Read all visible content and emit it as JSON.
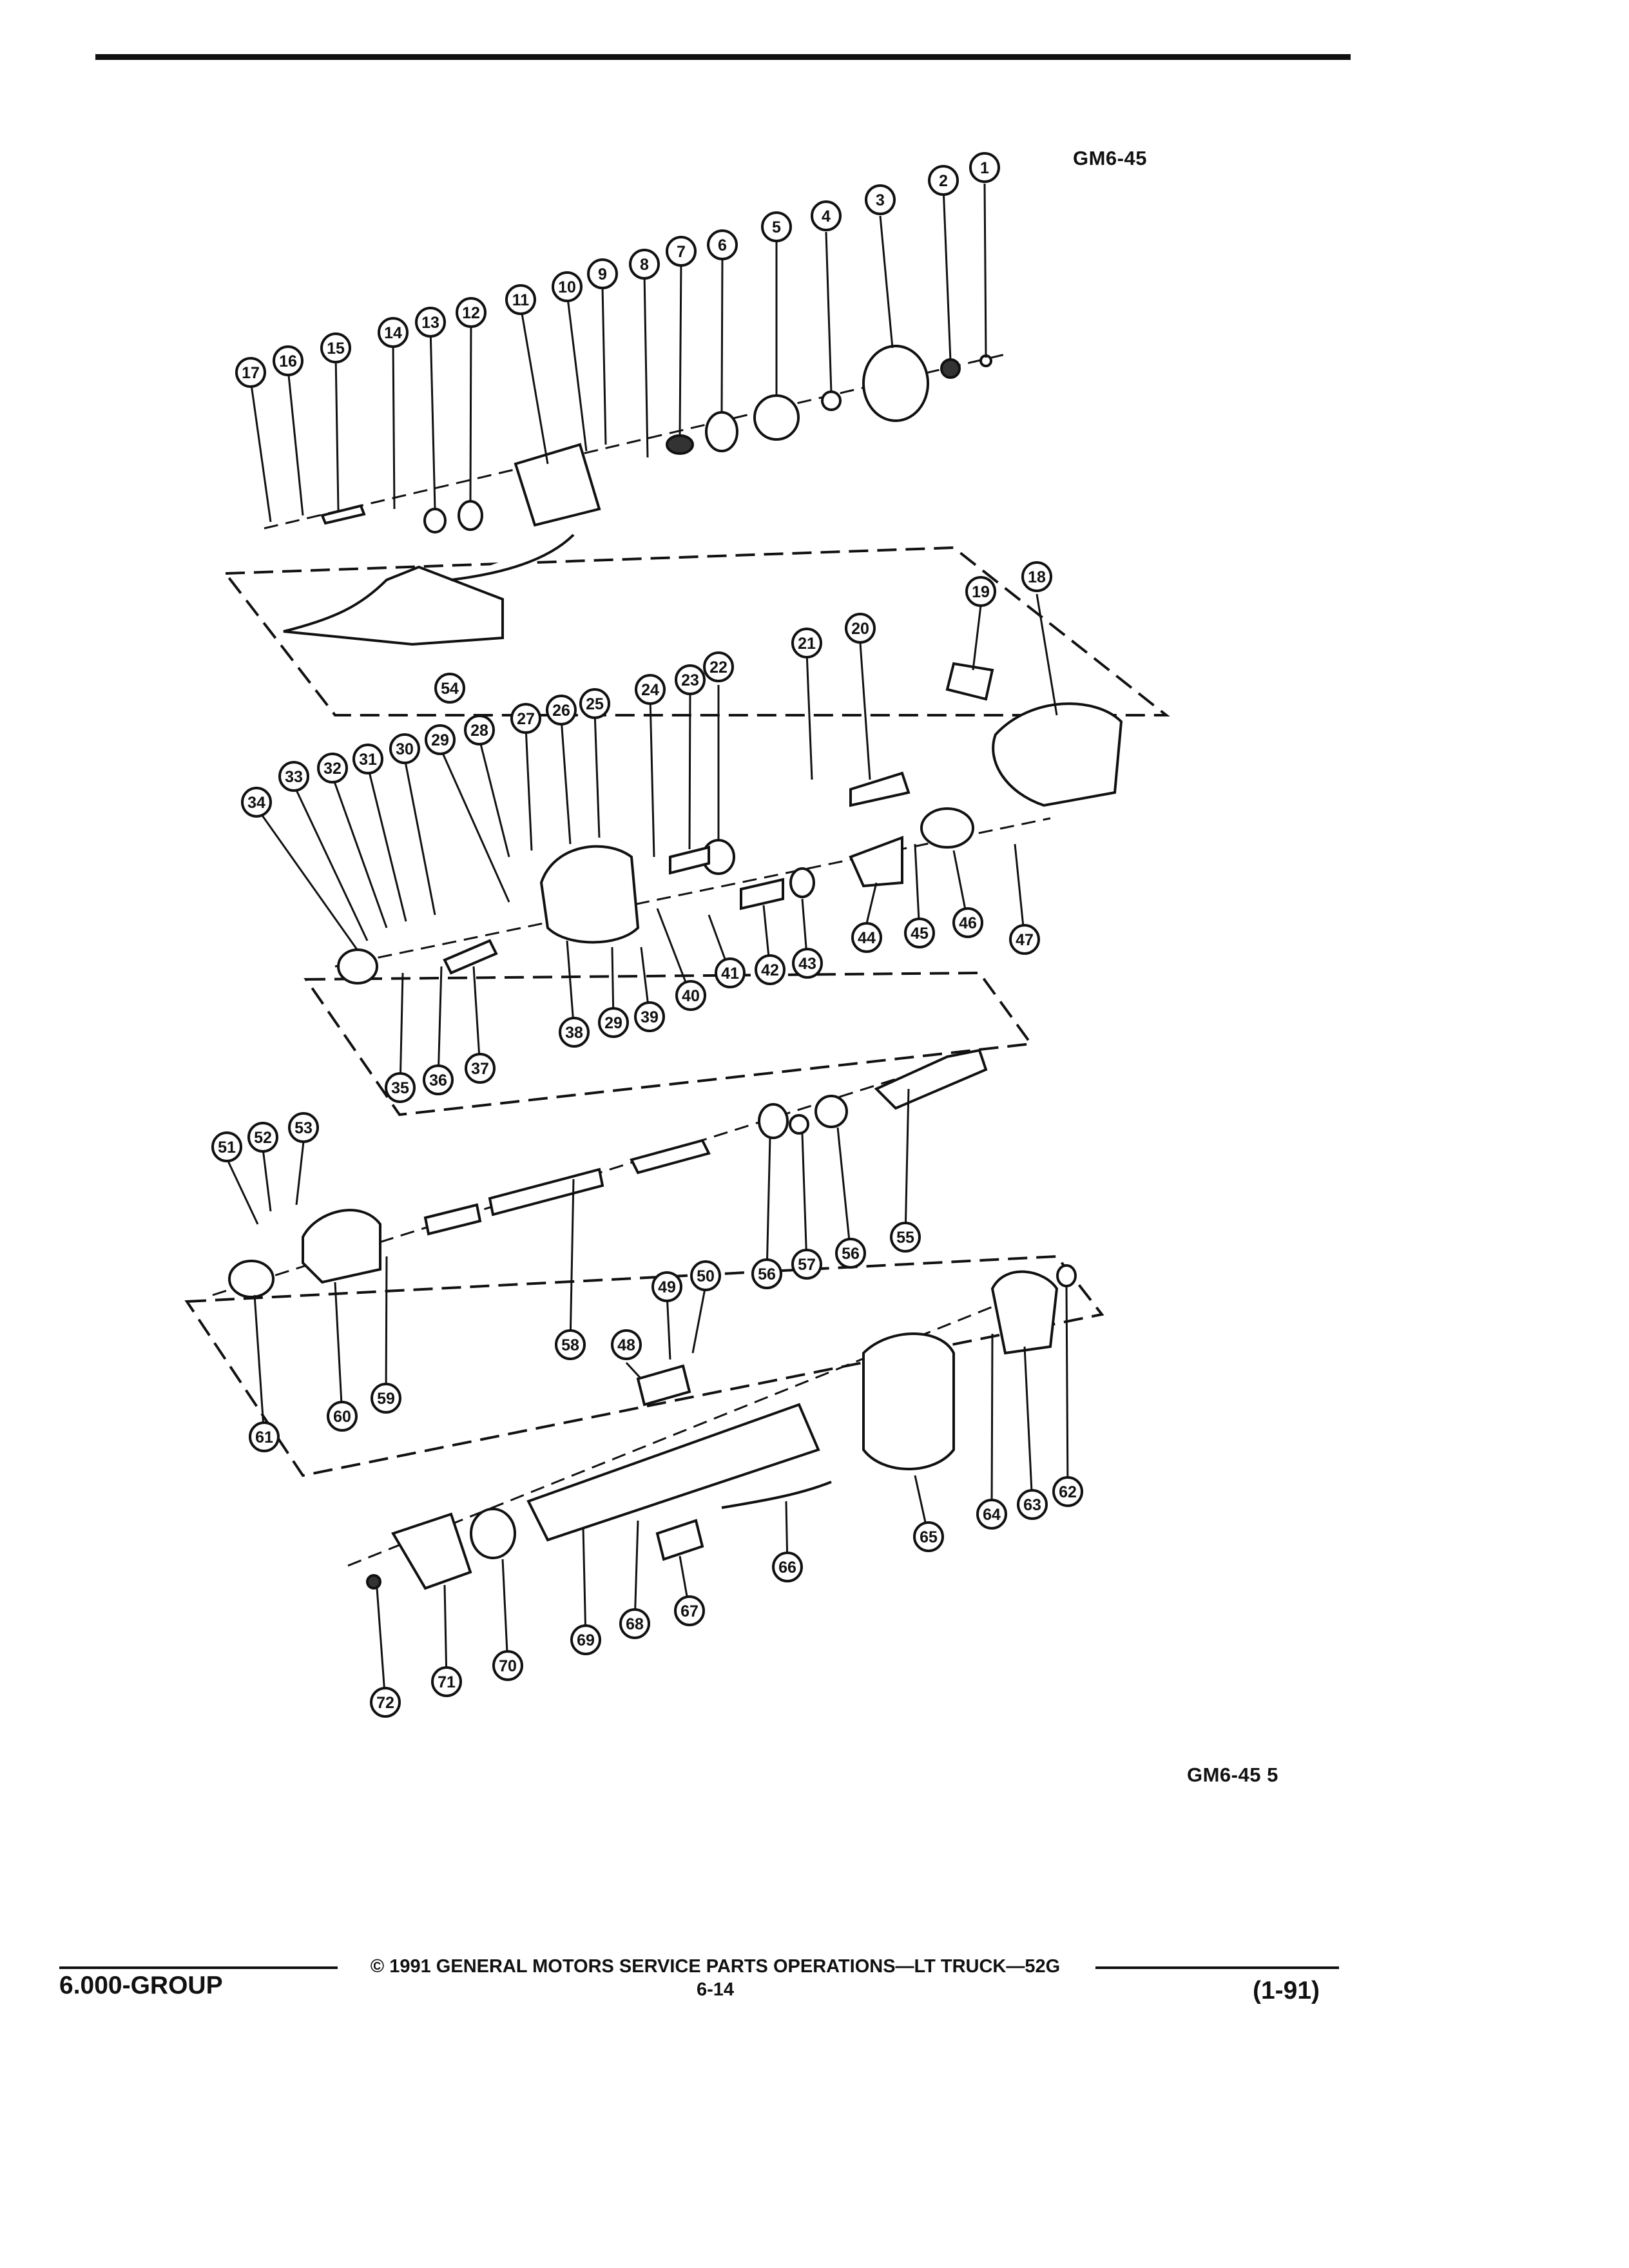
{
  "figure_id_top": "GM6-45",
  "figure_id_bottom": "GM6-45  5",
  "callouts": [
    "1",
    "2",
    "3",
    "4",
    "5",
    "6",
    "7",
    "8",
    "9",
    "10",
    "11",
    "12",
    "13",
    "14",
    "15",
    "16",
    "17",
    "18",
    "19",
    "20",
    "21",
    "22",
    "23",
    "24",
    "25",
    "26",
    "27",
    "28",
    "29",
    "30",
    "31",
    "32",
    "33",
    "34",
    "35",
    "36",
    "37",
    "38",
    "29",
    "39",
    "40",
    "41",
    "42",
    "43",
    "44",
    "45",
    "46",
    "47",
    "48",
    "49",
    "50",
    "51",
    "52",
    "53",
    "54",
    "55",
    "56",
    "57",
    "56",
    "58",
    "59",
    "60",
    "61",
    "62",
    "63",
    "64",
    "65",
    "66",
    "67",
    "68",
    "69",
    "70",
    "71",
    "72"
  ],
  "footer": {
    "group": "6.000-GROUP",
    "copyright": "© 1991 GENERAL MOTORS SERVICE PARTS OPERATIONS—LT TRUCK—52G",
    "page": "6-14",
    "date": "(1-91)"
  }
}
